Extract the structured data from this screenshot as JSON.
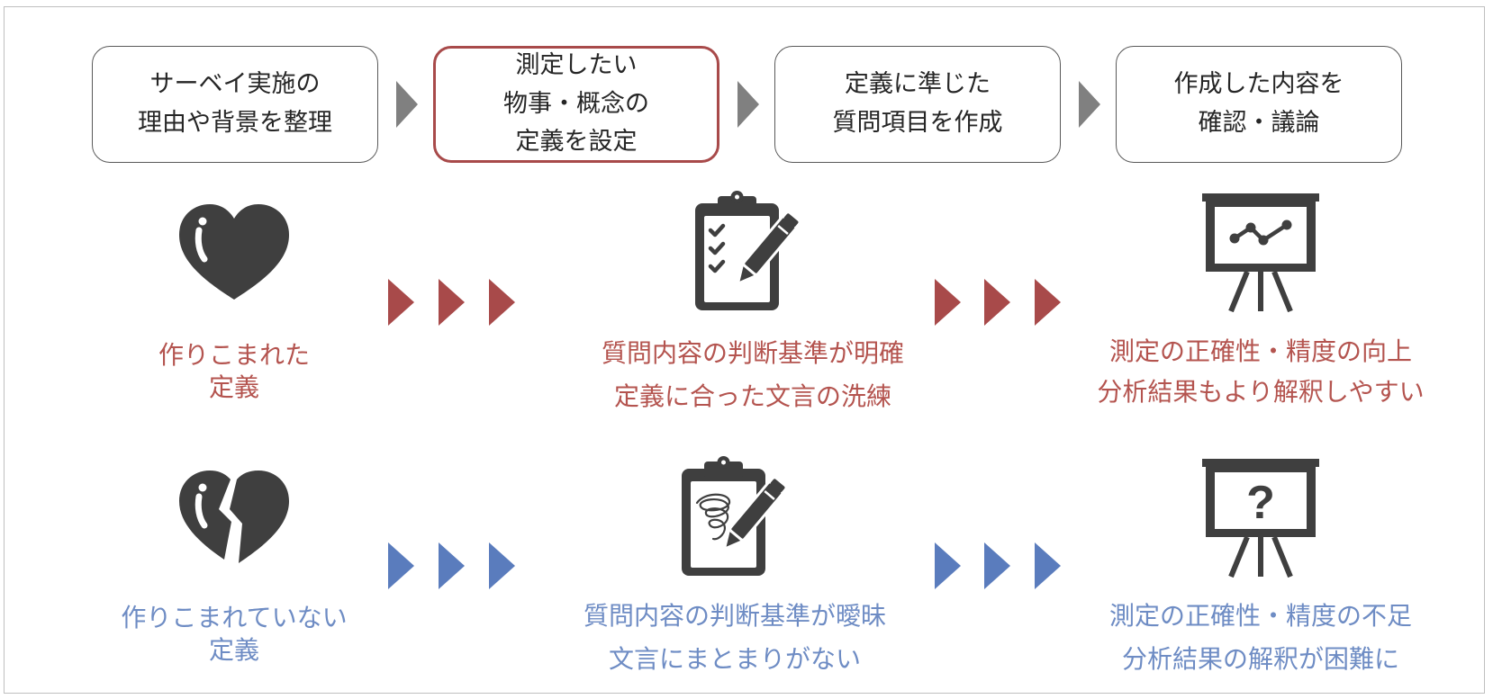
{
  "steps": [
    {
      "lines": [
        "サーベイ実施の",
        "理由や背景を整理"
      ]
    },
    {
      "lines": [
        "測定したい",
        "物事・概念の",
        "定義を設定"
      ]
    },
    {
      "lines": [
        "定義に準じた",
        "質問項目を作成"
      ]
    },
    {
      "lines": [
        "作成した内容を",
        "確認・議論"
      ]
    }
  ],
  "positive_row": {
    "definition": [
      "作りこまれた",
      "定義"
    ],
    "question": [
      "質問内容の判断基準が明確",
      "定義に合った文言の洗練"
    ],
    "result": [
      "測定の正確性・精度の向上",
      "分析結果もより解釈しやすい"
    ]
  },
  "negative_row": {
    "definition": [
      "作りこまれていない",
      "定義"
    ],
    "question": [
      "質問内容の判断基準が曖昧",
      "文言にまとまりがない"
    ],
    "result": [
      "測定の正確性・精度の不足",
      "分析結果の解釈が困難に"
    ]
  },
  "icons": {
    "heart": "heart-icon",
    "broken_heart": "broken-heart-icon",
    "clipboard_check": "clipboard-checklist-icon",
    "clipboard_scribble": "clipboard-scribble-icon",
    "presentation_chart": "presentation-chart-icon",
    "presentation_question": "presentation-question-icon",
    "question_mark": "?"
  },
  "colors": {
    "accent_red": "#a84a4a",
    "text_red": "#b4544f",
    "accent_blue": "#5a7cbd",
    "text_blue": "#6e8cc4",
    "icon_gray": "#3f3f3f",
    "arrow_gray": "#808080"
  }
}
